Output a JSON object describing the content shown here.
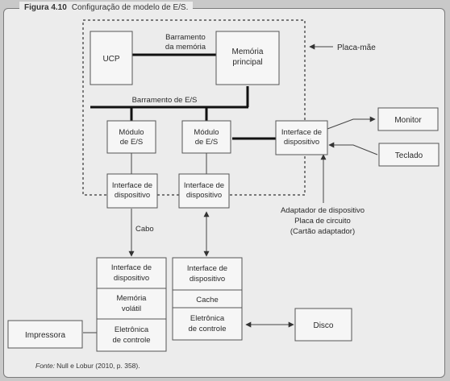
{
  "figure": {
    "number": "Figura 4.10",
    "caption": "Configuração de modelo de E/S.",
    "source_label": "Fonte:",
    "source_text": "Null e Lobur (2010, p. 358)."
  },
  "boxes": {
    "ucp": "UCP",
    "memoria_principal": [
      "Memória",
      "principal"
    ],
    "modulo_es_1": [
      "Módulo",
      "de E/S"
    ],
    "modulo_es_2": [
      "Módulo",
      "de E/S"
    ],
    "interface_board": [
      "Interface de",
      "dispositivo"
    ],
    "interface_1": [
      "Interface de",
      "dispositivo"
    ],
    "interface_2": [
      "Interface de",
      "dispositivo"
    ],
    "monitor": "Monitor",
    "teclado": "Teclado",
    "printer_unit": {
      "interface": [
        "Interface de",
        "dispositivo"
      ],
      "memoria": [
        "Memória",
        "volátil"
      ],
      "eletronica": [
        "Eletrônica",
        "de controle"
      ]
    },
    "disk_unit": {
      "interface": [
        "Interface de",
        "dispositivo"
      ],
      "cache": "Cache",
      "eletronica": [
        "Eletrônica",
        "de controle"
      ]
    },
    "impressora": "Impressora",
    "disco": "Disco"
  },
  "labels": {
    "barramento_memoria": [
      "Barramento",
      "da memória"
    ],
    "barramento_es": "Barramento de E/S",
    "placa_mae": "Placa-mãe",
    "adaptador": [
      "Adaptador de dispositivo",
      "Placa de circuito",
      "(Cartão adaptador)"
    ],
    "cabo": "Cabo"
  }
}
